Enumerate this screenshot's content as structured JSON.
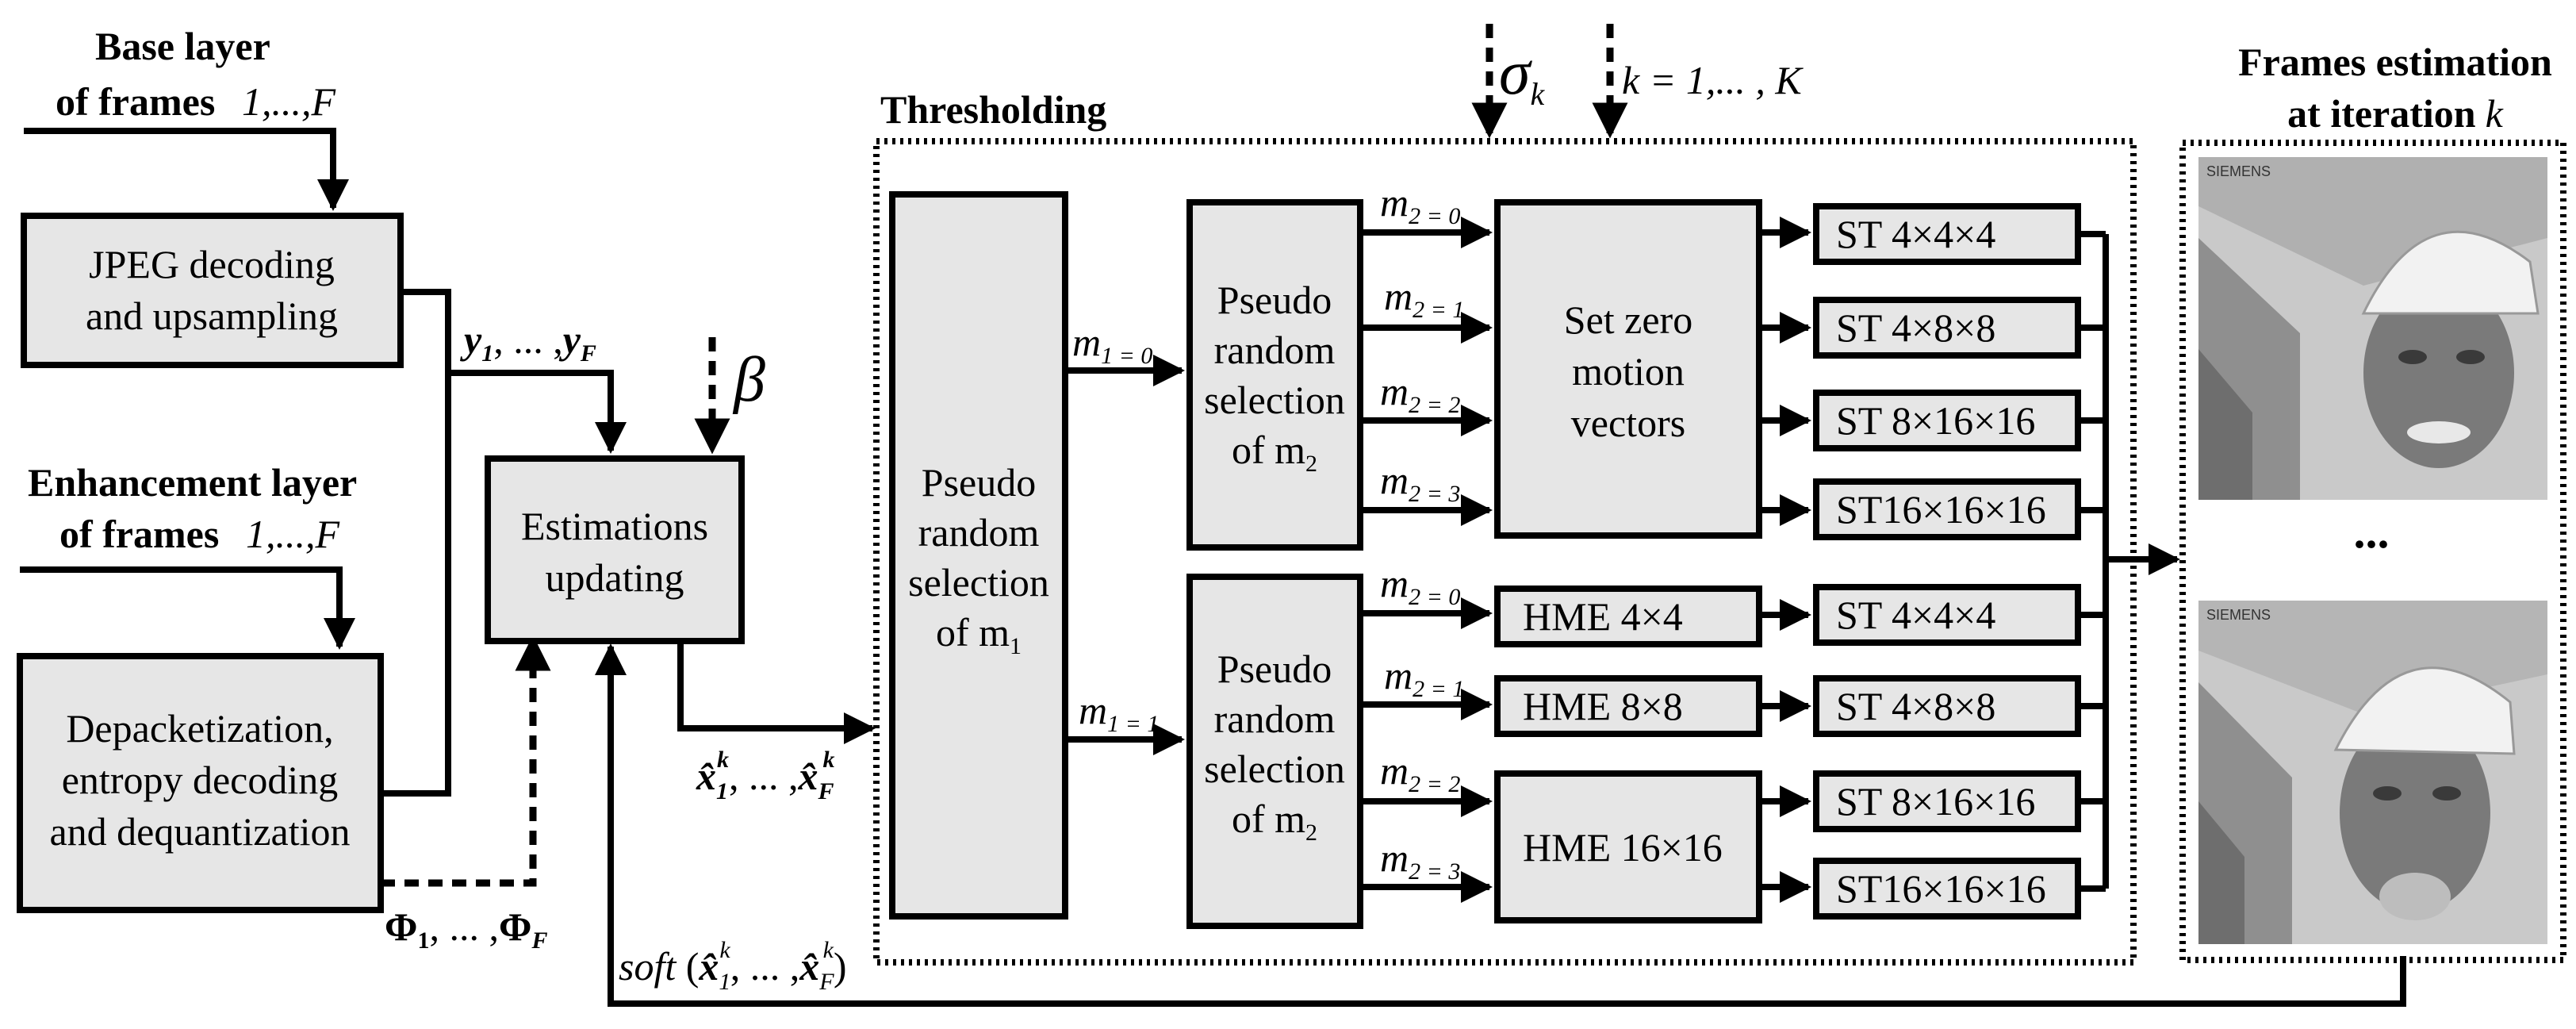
{
  "inputs": {
    "base_title": "Base layer",
    "base_sub": "of frames",
    "base_range": "1,...,F",
    "enh_title": "Enhancement layer",
    "enh_sub": "of frames",
    "enh_range": "1,...,F"
  },
  "blocks": {
    "jpeg_line1": "JPEG decoding",
    "jpeg_line2": "and upsampling",
    "depack_line1": "Depacketization,",
    "depack_line2": "entropy decoding",
    "depack_line3": "and dequantization",
    "est_line1": "Estimations",
    "est_line2": "updating"
  },
  "signals": {
    "y": "y",
    "y_sub1": "1",
    "y_subF": "F",
    "seq_ellipsis": ", ... ,",
    "beta": "β",
    "phi": "Φ",
    "phi_sub1": "1",
    "phi_subF": "F",
    "xhat": "x̂",
    "sup_k": "k",
    "sub_1": "1",
    "sub_F": "F",
    "soft": "soft",
    "sigma": "σ",
    "sigma_sub": "k",
    "k_range": "k = 1,... , K"
  },
  "thresholding": {
    "title": "Thresholding",
    "m1_box": [
      "Pseudo",
      "random",
      "selection",
      "of m"
    ],
    "m1_sub": "1",
    "m1_branch0": "m",
    "m1_branch0_val": "1 = 0",
    "m1_branch1_val": "1 = 1",
    "m2_box": [
      "Pseudo",
      "random",
      "selection",
      "of m"
    ],
    "m2_sub": "2",
    "m2_labels": [
      "2 = 0",
      "2 = 1",
      "2 = 2",
      "2 = 3"
    ],
    "zero_mv": [
      "Set zero",
      "motion",
      "vectors"
    ],
    "hme": [
      "HME  4×4",
      "HME  8×8",
      "HME 16×16"
    ],
    "st_upper": [
      "ST   4×4×4",
      "ST   4×8×8",
      "ST  8×16×16",
      "ST16×16×16"
    ],
    "st_lower": [
      "ST   4×4×4",
      "ST   4×8×8",
      "ST  8×16×16",
      "ST16×16×16"
    ]
  },
  "output": {
    "title_line1": "Frames estimation",
    "title_line2": "at iteration",
    "title_k": "k",
    "ellipsis": "...",
    "photo_brand": "SIEMENS"
  }
}
